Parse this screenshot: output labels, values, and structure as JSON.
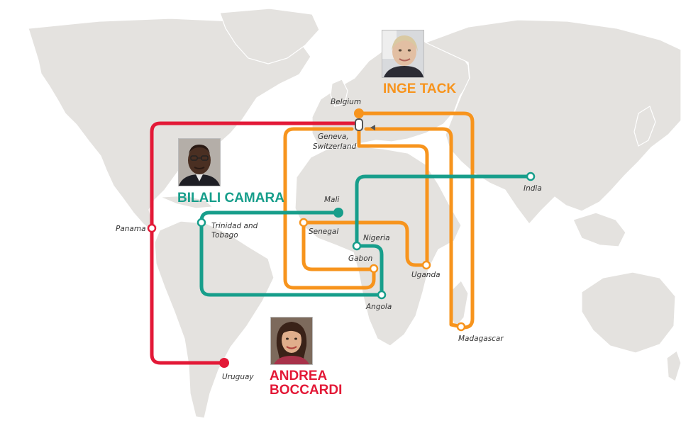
{
  "people": {
    "inge": {
      "name": "INGE TACK",
      "color": "#f7941d"
    },
    "bilali": {
      "name": "BILALI CAMARA",
      "color": "#179e8b"
    },
    "andrea": {
      "name_line1": "ANDREA",
      "name_line2": "BOCCARDI",
      "color": "#e31937"
    }
  },
  "places": {
    "belgium": "Belgium",
    "geneva_line1": "Geneva,",
    "geneva_line2": "Switzerland",
    "india": "India",
    "mali": "Mali",
    "panama": "Panama",
    "trinidad_line1": "Trinidad and",
    "trinidad_line2": "Tobago",
    "senegal": "Senegal",
    "nigeria": "Nigeria",
    "gabon": "Gabon",
    "uganda": "Uganda",
    "angola": "Angola",
    "madagascar": "Madagascar",
    "uruguay": "Uruguay"
  },
  "colors": {
    "land": "#e4e2df",
    "text": "#333333"
  },
  "icons": [
    "headquarters-marker-icon",
    "route-arrow-icon"
  ]
}
